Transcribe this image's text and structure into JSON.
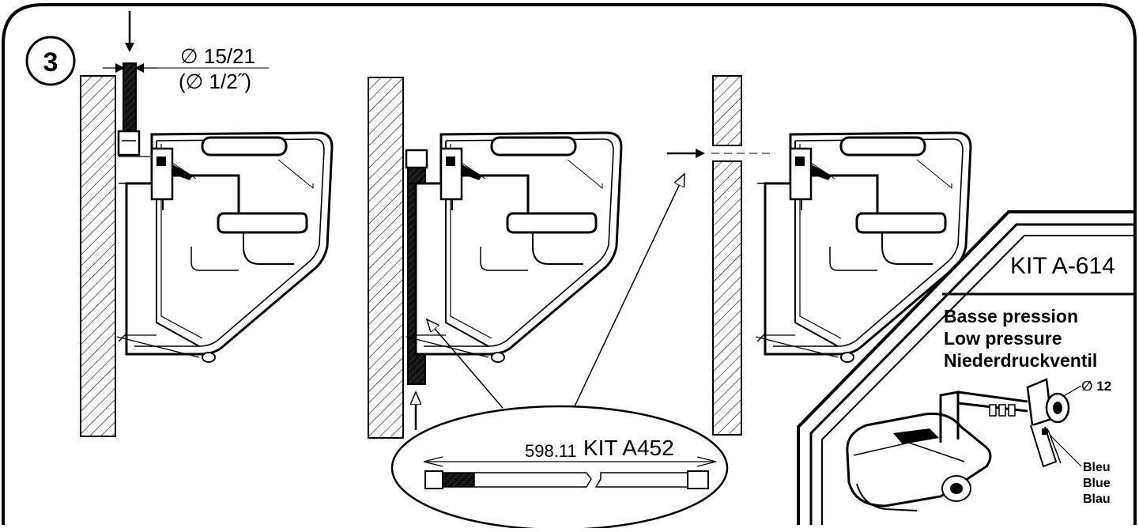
{
  "step": {
    "number": "3"
  },
  "supply_pipe": {
    "diameter": "∅ 15/21",
    "diameter_inch": "(∅ 1/2˝)"
  },
  "hose_kit": {
    "length": "598.11",
    "label": "KIT  A452"
  },
  "valve_kit": {
    "title": "KIT A-614",
    "lines": [
      "Basse pression",
      "Low pressure",
      "Niederdruckventil"
    ],
    "diameter": "∅ 12",
    "color_labels": [
      "Bleu",
      "Blue",
      "Blau"
    ]
  }
}
